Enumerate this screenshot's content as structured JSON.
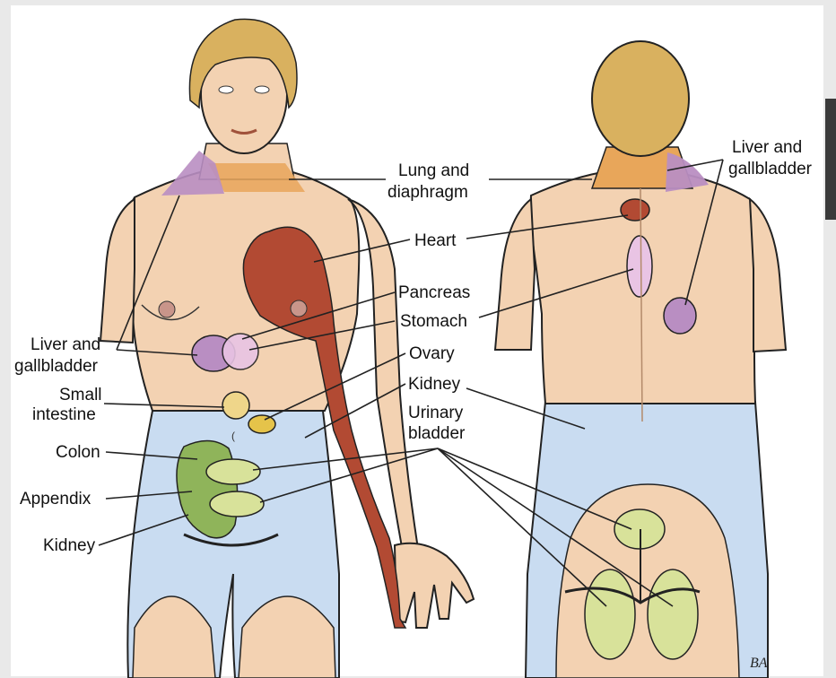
{
  "labels": {
    "lung_diaphragm": [
      "Lung and",
      "diaphragm"
    ],
    "heart": "Heart",
    "pancreas": "Pancreas",
    "stomach": "Stomach",
    "ovary": "Ovary",
    "kidney": "Kidney",
    "urinary_bladder": [
      "Urinary",
      "bladder"
    ],
    "liver_front": [
      "Liver and",
      "gallbladder"
    ],
    "small_intestine": [
      "Small",
      "intestine"
    ],
    "colon": "Colon",
    "appendix": "Appendix",
    "kidney_front": "Kidney",
    "liver_back": [
      "Liver and",
      "gallbladder"
    ]
  },
  "signature": "BA",
  "colors": {
    "skin": "#f3d2b2",
    "shorts": "#c9dcf1",
    "heart_red": "#b24a33",
    "liver_purple": "#b98ec2",
    "lung_orange": "#e8a65a",
    "pancreas_pink": "#e9c4e4",
    "intestine_yellow": "#efd68a",
    "colon_green": "#8fb45a",
    "bladder_green": "#d8e29a",
    "hair": "#d9b15f"
  }
}
